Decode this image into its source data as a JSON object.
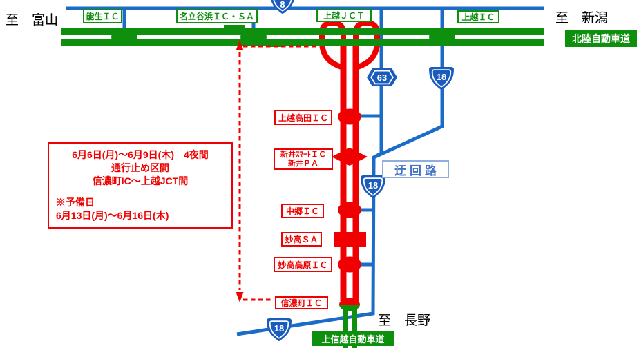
{
  "diagram": {
    "directions": {
      "to_toyama": "至　富山",
      "to_niigata": "至　新潟",
      "to_nagano": "至　長野"
    },
    "expressways": {
      "hokuriku": "北陸自動車道",
      "joshinetsu": "上信越自動車道"
    },
    "open_interchanges": {
      "nou_ic": "能生ＩＣ",
      "nadachidanihama_ic_sa": "名立谷浜ＩＣ・ＳＡ",
      "joetsu_jct": "上越ＪＣＴ",
      "joetsu_ic": "上越ＩＣ"
    },
    "closed_interchanges": {
      "joetsu_takada_ic": "上越高田ＩＣ",
      "arai_smart_ic": "新井ｽﾏｰﾄＩＣ",
      "arai_pa": "新井ＰＡ",
      "nakago_ic": "中郷ＩＣ",
      "myoko_sa": "妙高ＳＡ",
      "myoko_kogen_ic": "妙高高原ＩＣ",
      "shinanomachi_ic": "信濃町ＩＣ"
    },
    "detour_label": "迂回路",
    "route_shields": {
      "route_8": "8",
      "route_63": "63",
      "route_18": "18"
    },
    "closure_notice": {
      "period_line": "6月6日(月)～6月9日(木)　4夜間",
      "closure_type_line": "通行止め区間",
      "section_line": "信濃町IC～上越JCT間",
      "reserve_header": "※予備日",
      "reserve_period": "6月13日(月)～6月16日(木)"
    },
    "colors": {
      "expressway_green": "#0E8F0E",
      "closed_section_red": "#F00000",
      "detour_road_blue": "#1B6CC8",
      "route_shield_blue": "#1A5CBE",
      "detour_label_text": "#4472C4",
      "detour_label_border": "#8FAEDC"
    }
  }
}
